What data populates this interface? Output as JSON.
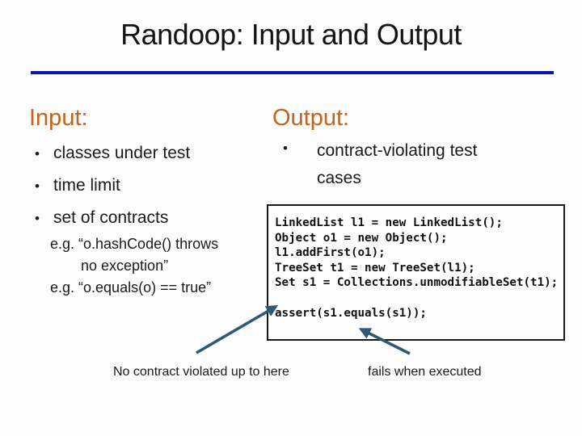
{
  "slide_title": "Randoop: Input and Output",
  "glyphs": {
    "bullet": "•"
  },
  "input": {
    "heading": "Input:",
    "bullets": [
      "classes under test",
      "time limit",
      "set of contracts"
    ],
    "example1_line1": "e.g. “o.hashCode() throws",
    "example1_line2": "no exception”",
    "example2": "e.g. “o.equals(o) == true”"
  },
  "output": {
    "heading": "Output:",
    "bullet_line1": "contract-violating test",
    "bullet_line2": "cases"
  },
  "code": {
    "text": "LinkedList l1 = new LinkedList();\nObject o1 = new Object();\nl1.addFirst(o1);\nTreeSet t1 = new TreeSet(l1);\nSet s1 = Collections.unmodifiableSet(t1);\n\nassert(s1.equals(s1));"
  },
  "annotations": {
    "no_contract_label": "No contract violated up to here",
    "fails_label": "fails when executed"
  },
  "colors": {
    "heading_accent": "#c2641f",
    "title_rule": "#1111b2",
    "arrow": "#2e5876",
    "text": "#1a1a1a",
    "background": "#fcfcfc",
    "code_border": "#1a1a1a"
  }
}
